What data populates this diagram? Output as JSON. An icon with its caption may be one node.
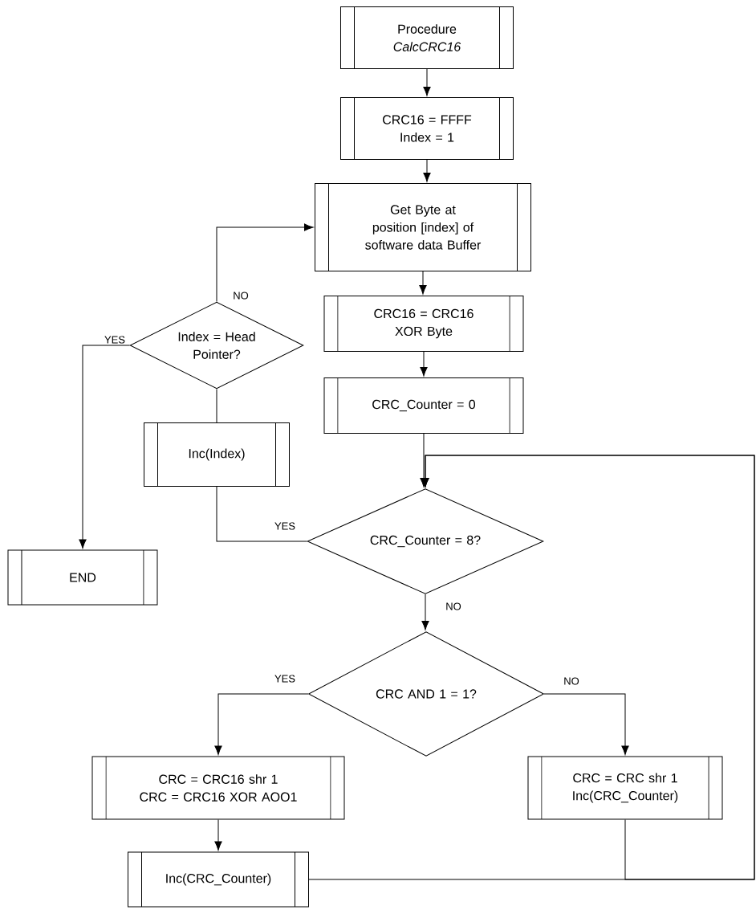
{
  "diagram": {
    "nodes": [
      {
        "text": [
          "Procedure",
          "CalcCRC16"
        ]
      },
      {
        "text": [
          "CRC16 = FFFF",
          "Index = 1"
        ]
      },
      {
        "text": [
          "Get Byte at position [index] of software data Buffer"
        ]
      },
      {
        "text": [
          "CRC16 = CRC16 XOR Byte"
        ]
      },
      {
        "text": [
          "CRC_Counter = 0"
        ]
      },
      {
        "text": [
          "Index = Head Pointer?"
        ]
      },
      {
        "text": [
          "Inc(Index)"
        ]
      },
      {
        "text": [
          "END"
        ]
      },
      {
        "text": [
          "CRC_Counter = 8?"
        ]
      },
      {
        "text": [
          "CRC AND 1 = 1?"
        ]
      },
      {
        "text": [
          "CRC = CRC16 shr 1",
          "CRC = CRC16 XOR AOO1"
        ]
      },
      {
        "text": [
          "CRC = CRC shr 1",
          "Inc(CRC_Counter)"
        ]
      },
      {
        "text": [
          "Inc(CRC_Counter)"
        ]
      }
    ],
    "edges": [
      {
        "from": 0,
        "to": 1,
        "arrow": "to"
      },
      {
        "from": 1,
        "to": 2,
        "arrow": "to"
      },
      {
        "from": 2,
        "to": 3,
        "arrow": "to"
      },
      {
        "from": 3,
        "to": 4,
        "arrow": "to"
      },
      {
        "from": 4,
        "to": 8,
        "arrow": "to"
      },
      {
        "from": 8,
        "to": 6,
        "arrow": "none",
        "label": "YES"
      },
      {
        "from": 6,
        "to": 5,
        "arrow": "none"
      },
      {
        "from": 5,
        "to": 2,
        "arrow": "to",
        "label": "NO"
      },
      {
        "from": 5,
        "to": 7,
        "arrow": "to",
        "label": "YES"
      },
      {
        "from": 8,
        "to": 9,
        "arrow": "to",
        "label": "NO"
      },
      {
        "from": 9,
        "to": 10,
        "arrow": "to",
        "label": "YES"
      },
      {
        "from": 9,
        "to": 11,
        "arrow": "to",
        "label": "NO"
      },
      {
        "from": 10,
        "to": 12,
        "arrow": "to"
      },
      {
        "from": 12,
        "to": 8,
        "arrow": "to"
      },
      {
        "from": 11,
        "to": 8,
        "arrow": "to"
      }
    ]
  }
}
